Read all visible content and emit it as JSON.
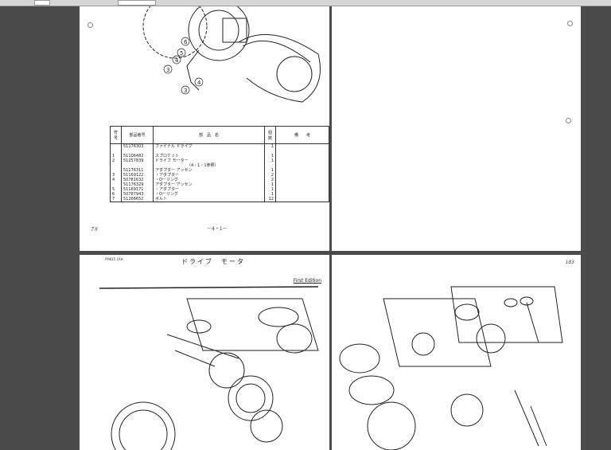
{
  "viewer": {
    "background": "#4b4b4b"
  },
  "page_top_left": {
    "callouts": [
      "6",
      "5",
      "4",
      "3",
      "4",
      "3"
    ],
    "table": {
      "headers": [
        "符号",
        "部品番号",
        "部　品　名",
        "個数",
        "備　　考"
      ],
      "rows": [
        {
          "no": "",
          "part": "51176303",
          "name": "ファイナル ドライブ",
          "qty": "1"
        },
        {
          "no": "",
          "part": "",
          "name": "",
          "qty": ""
        },
        {
          "no": "1",
          "part": "51106482",
          "name": "スプロケット",
          "qty": "1"
        },
        {
          "no": "2",
          "part": "51257839",
          "name": "ドライブ モーター",
          "qty": "1"
        },
        {
          "no": "",
          "part": "",
          "name": "（4・1・1参照）",
          "qty": ""
        },
        {
          "no": "",
          "part": "51176311",
          "name": "アダプター アッセン",
          "qty": "1"
        },
        {
          "no": "3",
          "part": "51169122",
          "name": "・アダプター",
          "qty": "2"
        },
        {
          "no": "4",
          "part": "50781632",
          "name": "・Oーリング",
          "qty": "2"
        },
        {
          "no": "",
          "part": "51176329",
          "name": "アダプター アッセン",
          "qty": "1"
        },
        {
          "no": "5",
          "part": "51169171",
          "name": "・アダプター",
          "qty": "1"
        },
        {
          "no": "6",
          "part": "50787943",
          "name": "・Oーリング",
          "qty": "1"
        },
        {
          "no": "7",
          "part": "51266652",
          "name": "ボルト",
          "qty": "12"
        }
      ]
    },
    "page_number": "－4・1－",
    "margin_note": "7X"
  },
  "page_bottom_left": {
    "header_small": "FM815 LXH",
    "title": "ドライブ　モータ",
    "edition": "First Edition"
  },
  "page_bottom_right": {
    "margin_note": "183"
  }
}
